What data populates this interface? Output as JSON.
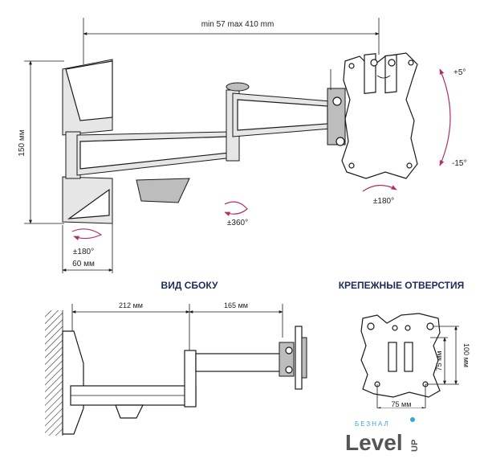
{
  "top_view": {
    "width_range_label": "min 57 max 410 mm",
    "height_label": "150 мм",
    "depth_label": "60 мм",
    "swivel_wall_label": "±180°",
    "swivel_arm_label": "±360°",
    "swivel_head_label": "±180°",
    "tilt_up_label": "+5°",
    "tilt_down_label": "-15°"
  },
  "side_view": {
    "heading": "ВИД СБОКУ",
    "arm1_label": "212 мм",
    "arm2_label": "165 мм"
  },
  "mounting_holes": {
    "heading": "КРЕПЕЖНЫЕ ОТВЕРСТИЯ",
    "vertical_75_label": "75 мм",
    "vertical_100_label": "100 мм",
    "horizontal_75_label": "75 мм"
  },
  "logo": {
    "small_text": "БЕЗНАЛ",
    "main_text": "Level",
    "suffix_text": "UP"
  },
  "colors": {
    "rotation_accent": "#b0306a",
    "heading_color": "#1e2a5a",
    "logo_accent": "#3aa7d8"
  }
}
